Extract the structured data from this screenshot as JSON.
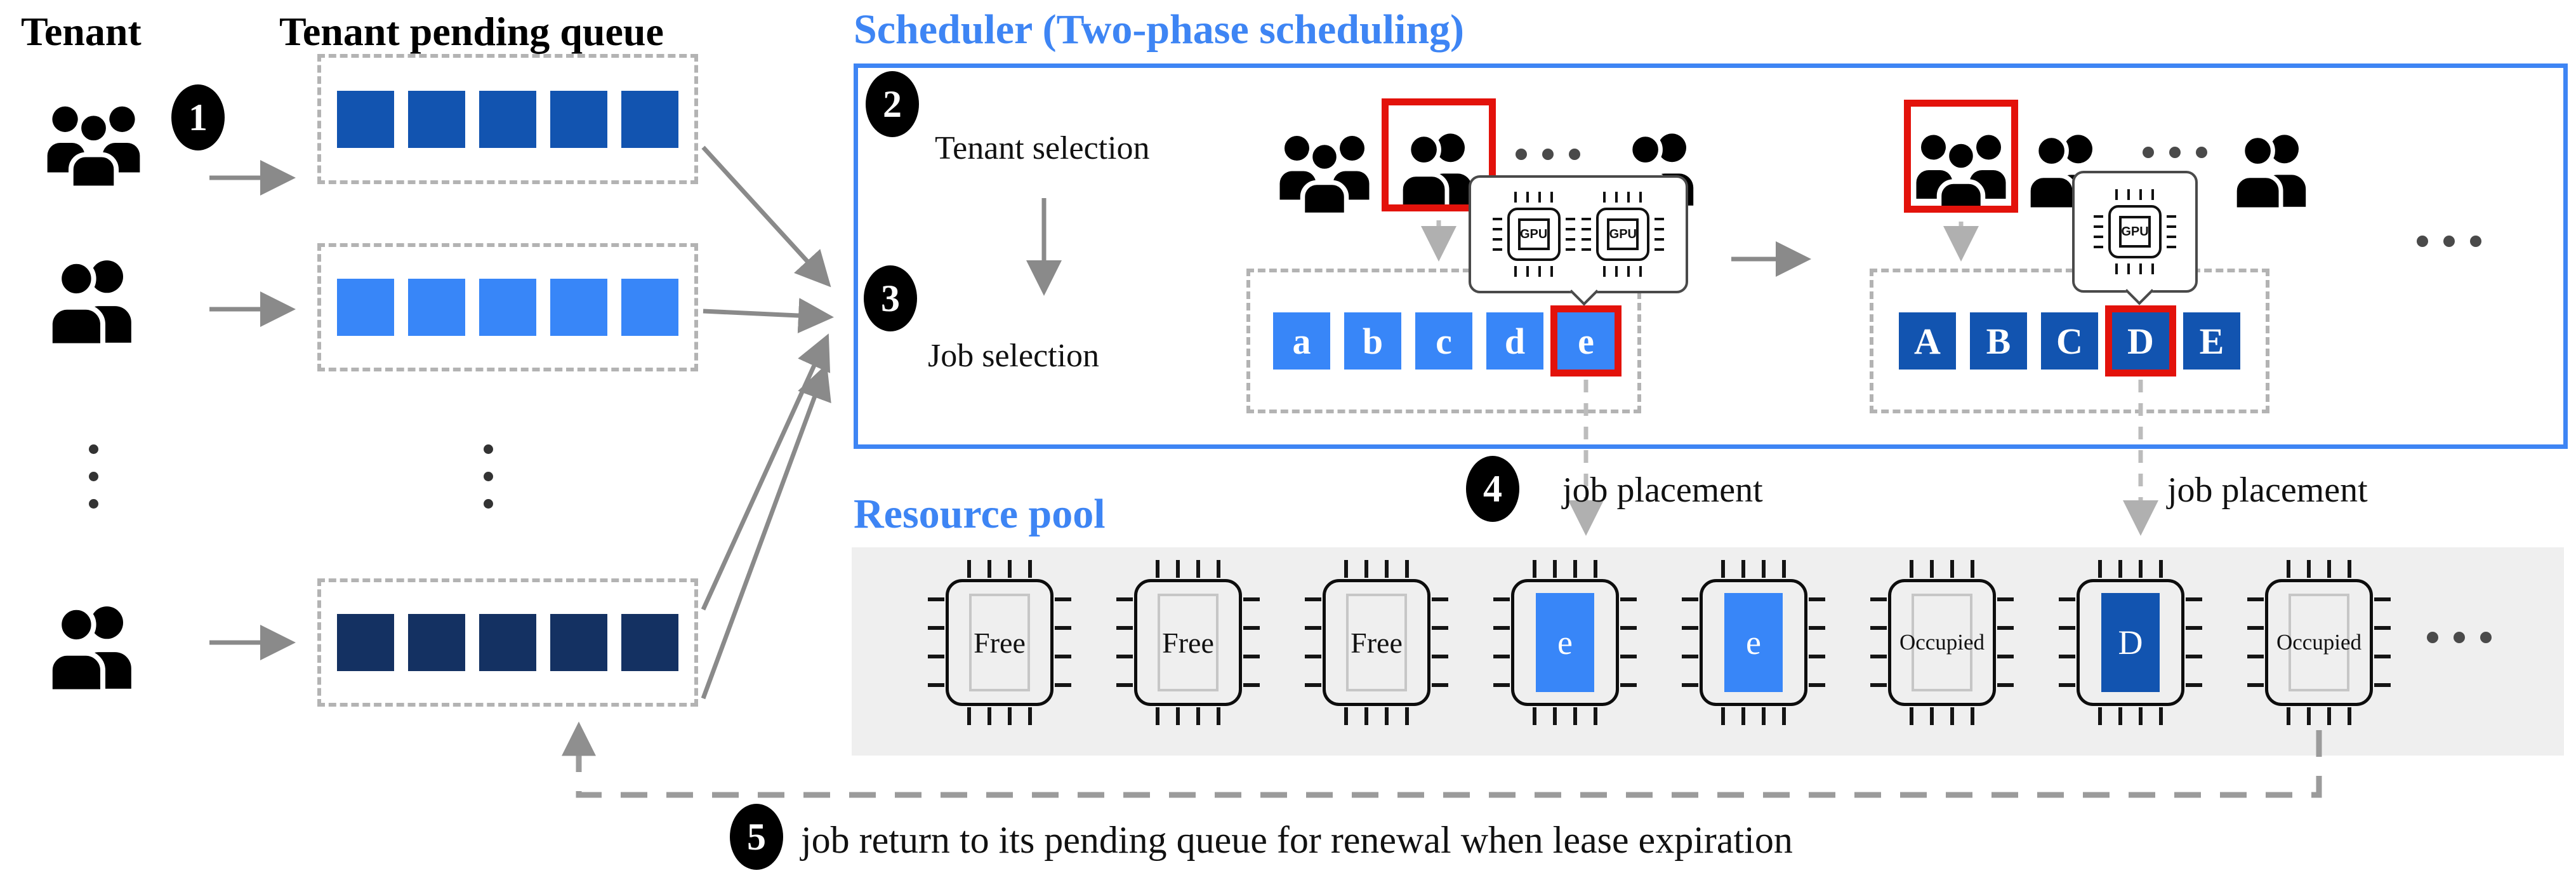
{
  "header": {
    "tenant": "Tenant",
    "pending_queue": "Tenant pending queue"
  },
  "scheduler": {
    "title": "Scheduler (Two-phase scheduling)",
    "phase1_label": "Tenant selection",
    "phase2_label": "Job selection",
    "gpu_label": "GPU",
    "phase1_jobs": [
      "a",
      "b",
      "c",
      "d",
      "e"
    ],
    "phase1_selected_job": "e",
    "phase1_selected_tenant_gpus": 2,
    "phase2_jobs": [
      "A",
      "B",
      "C",
      "D",
      "E"
    ],
    "phase2_selected_job": "D",
    "phase2_selected_tenant_gpus": 1
  },
  "steps": {
    "s1": "1",
    "s2": "2",
    "s3": "3",
    "s4": "4",
    "s5": "5",
    "s4_label": "job placement",
    "s4b_label": "job placement",
    "s5_label": "job return to its pending queue for renewal when lease expiration"
  },
  "pending_queues": [
    {
      "tenant": "tenant-1",
      "jobs": 5
    },
    {
      "tenant": "tenant-2",
      "jobs": 5
    },
    {
      "tenant": "tenant-n",
      "jobs": 5
    }
  ],
  "resource_pool": {
    "title": "Resource pool",
    "chips": [
      {
        "label": "Free",
        "state": "free"
      },
      {
        "label": "Free",
        "state": "free"
      },
      {
        "label": "Free",
        "state": "free"
      },
      {
        "label": "e",
        "state": "job-light"
      },
      {
        "label": "e",
        "state": "job-light"
      },
      {
        "label": "Occupied",
        "state": "occupied"
      },
      {
        "label": "D",
        "state": "job-dark"
      },
      {
        "label": "Occupied",
        "state": "occupied"
      }
    ]
  },
  "colors": {
    "accent_blue": "#3E85F4",
    "job_light": "#3886F8",
    "job_dark": "#1254B0",
    "job_navy": "#143162",
    "select_red": "#E3120B",
    "pool_bg": "#EFEFEF"
  }
}
